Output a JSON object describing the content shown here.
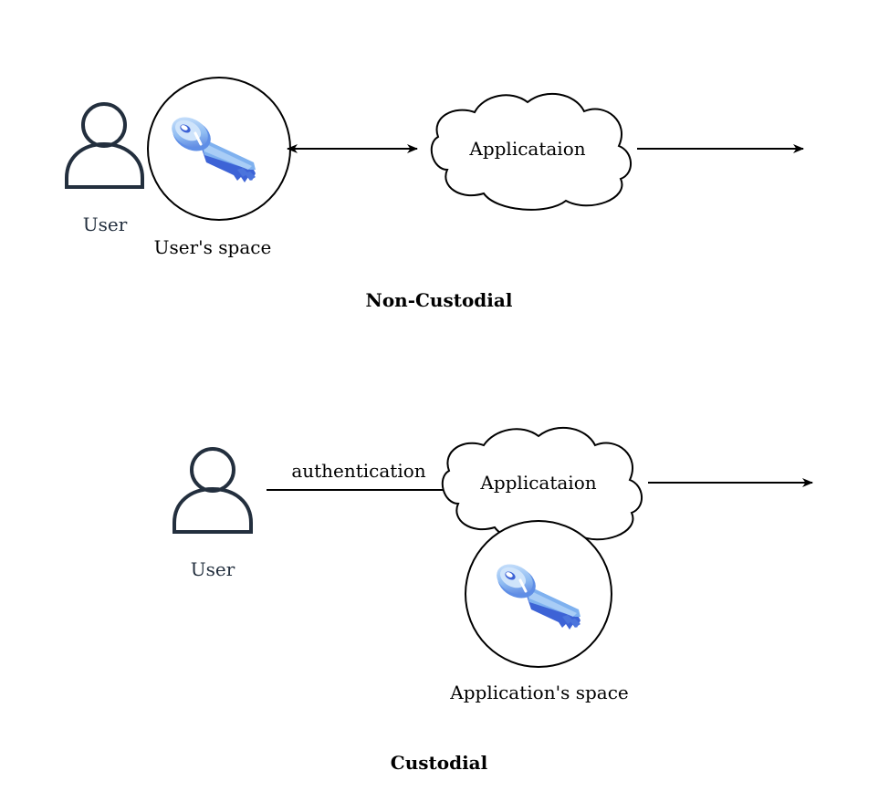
{
  "colors": {
    "user_icon": "#232f3e",
    "stroke": "#000000",
    "key_light": "#bcd9f8",
    "key_mid": "#7fb1ef",
    "key_dark": "#3d63d6"
  },
  "icons": {
    "user": "user-icon",
    "key": "key-icon",
    "cloud": "cloud-shape"
  },
  "non_custodial": {
    "title": "Non-Custodial",
    "user_label": "User",
    "space_label": "User's space",
    "app_label": "Applicataion"
  },
  "custodial": {
    "title": "Custodial",
    "user_label": "User",
    "edge_label": "authentication",
    "app_label": "Applicataion",
    "space_label": "Application's space"
  }
}
